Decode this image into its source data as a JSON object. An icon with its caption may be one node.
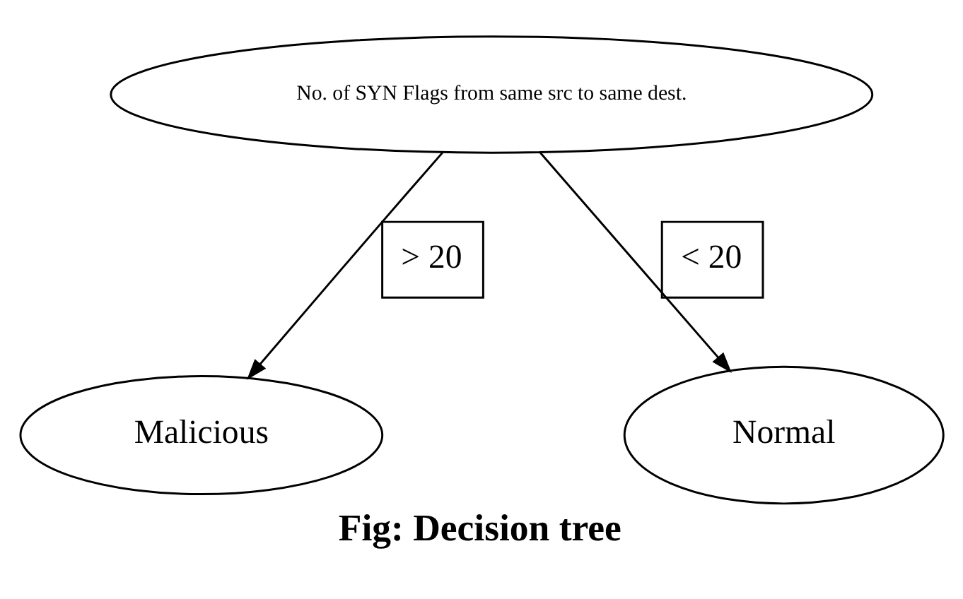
{
  "diagram": {
    "caption": "Fig: Decision tree",
    "nodes": [
      {
        "text": [
          "No. of SYN Flags from same src to same dest."
        ]
      },
      {
        "text": [
          "Malicious"
        ]
      },
      {
        "text": [
          "Normal"
        ]
      }
    ],
    "edges": [
      {
        "from": 0,
        "to": 1,
        "arrow": "to",
        "label": "> 20"
      },
      {
        "from": 0,
        "to": 2,
        "arrow": "to",
        "label": "< 20"
      }
    ]
  }
}
